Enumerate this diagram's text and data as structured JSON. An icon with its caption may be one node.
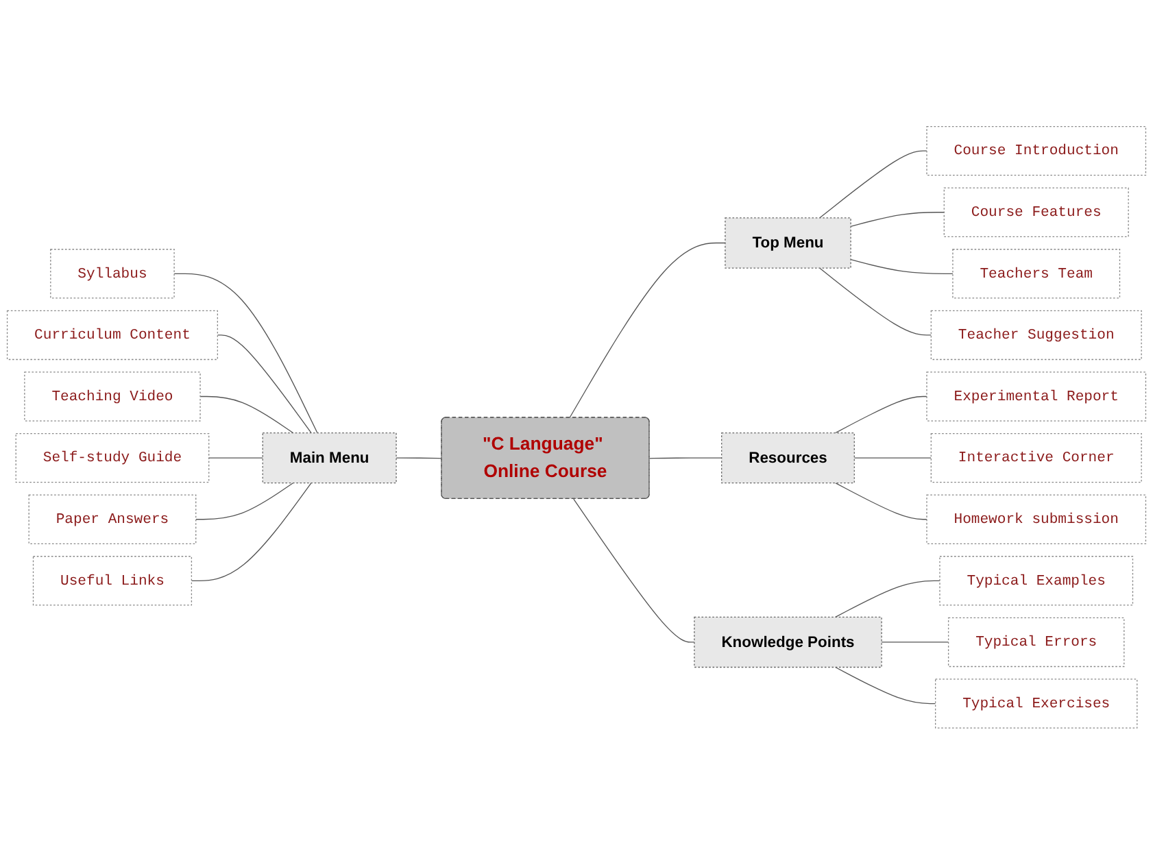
{
  "diagram": {
    "nodes": [
      {
        "text": [
          "\"C Language\" Online Course"
        ]
      },
      {
        "text": [
          "Main Menu"
        ]
      },
      {
        "text": [
          "Syllabus"
        ]
      },
      {
        "text": [
          "Curriculum Content"
        ]
      },
      {
        "text": [
          "Teaching Video"
        ]
      },
      {
        "text": [
          "Self-study Guide"
        ]
      },
      {
        "text": [
          "Paper Answers"
        ]
      },
      {
        "text": [
          "Useful Links"
        ]
      },
      {
        "text": [
          "Top Menu"
        ]
      },
      {
        "text": [
          "Course Introduction"
        ]
      },
      {
        "text": [
          "Course Features"
        ]
      },
      {
        "text": [
          "Teachers Team"
        ]
      },
      {
        "text": [
          "Teacher Suggestion"
        ]
      },
      {
        "text": [
          "Resources"
        ]
      },
      {
        "text": [
          "Experimental Report"
        ]
      },
      {
        "text": [
          "Interactive Corner"
        ]
      },
      {
        "text": [
          "Homework submission"
        ]
      },
      {
        "text": [
          "Knowledge Points"
        ]
      },
      {
        "text": [
          "Typical Examples"
        ]
      },
      {
        "text": [
          "Typical Errors"
        ]
      },
      {
        "text": [
          "Typical Exercises"
        ]
      }
    ],
    "edges": [
      {
        "from": 2,
        "to": 1,
        "arrow": "none"
      },
      {
        "from": 3,
        "to": 1,
        "arrow": "none"
      },
      {
        "from": 4,
        "to": 1,
        "arrow": "none"
      },
      {
        "from": 5,
        "to": 1,
        "arrow": "none"
      },
      {
        "from": 6,
        "to": 1,
        "arrow": "none"
      },
      {
        "from": 7,
        "to": 1,
        "arrow": "none"
      },
      {
        "from": 1,
        "to": 0,
        "arrow": "none"
      },
      {
        "from": 0,
        "to": 8,
        "arrow": "none"
      },
      {
        "from": 0,
        "to": 13,
        "arrow": "none"
      },
      {
        "from": 0,
        "to": 17,
        "arrow": "none"
      },
      {
        "from": 8,
        "to": 9,
        "arrow": "none"
      },
      {
        "from": 8,
        "to": 10,
        "arrow": "none"
      },
      {
        "from": 8,
        "to": 11,
        "arrow": "none"
      },
      {
        "from": 8,
        "to": 12,
        "arrow": "none"
      },
      {
        "from": 13,
        "to": 14,
        "arrow": "none"
      },
      {
        "from": 13,
        "to": 15,
        "arrow": "none"
      },
      {
        "from": 13,
        "to": 16,
        "arrow": "none"
      },
      {
        "from": 17,
        "to": 18,
        "arrow": "none"
      },
      {
        "from": 17,
        "to": 19,
        "arrow": "none"
      },
      {
        "from": 17,
        "to": 20,
        "arrow": "none"
      }
    ]
  }
}
